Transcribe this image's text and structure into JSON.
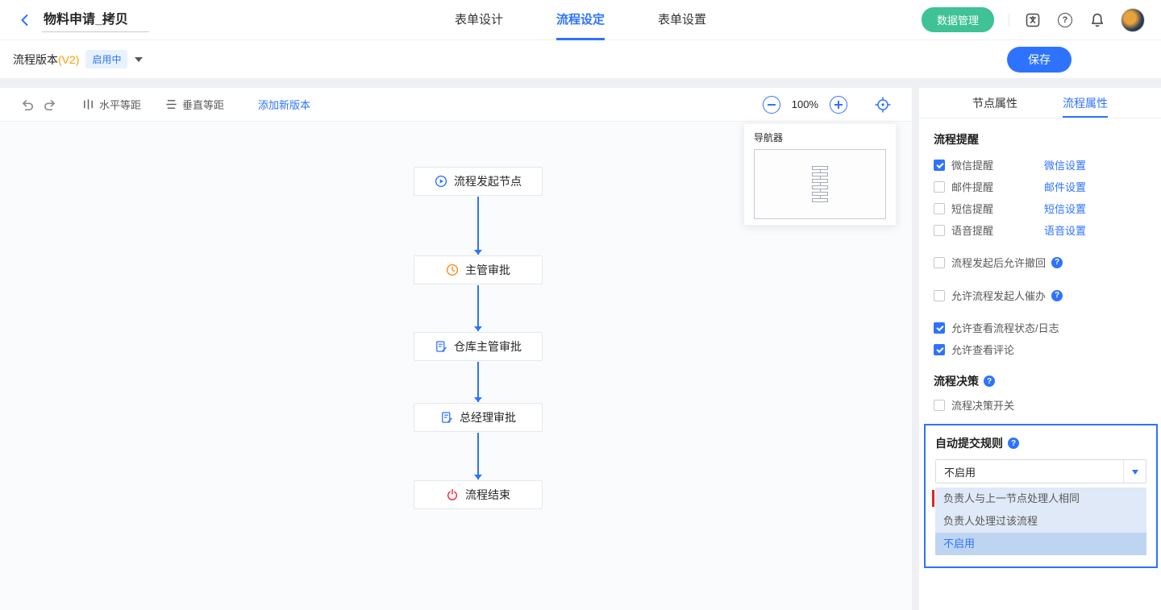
{
  "colors": {
    "accent": "#2e73ff",
    "green": "#3fc295",
    "orange": "#ff9c00",
    "warn": "#ff8c1a",
    "danger": "#f5222d"
  },
  "header": {
    "title": "物料申请_拷贝",
    "tabs": [
      {
        "label": "表单设计"
      },
      {
        "label": "流程设定"
      },
      {
        "label": "表单设置"
      }
    ],
    "active_tab": "流程设定",
    "data_manage_button": "数据管理"
  },
  "version_bar": {
    "label": "流程版本",
    "version": "(V2)",
    "status_badge": "启用中",
    "save_button": "保存"
  },
  "canvas": {
    "toolbar": {
      "horizontal_spacing": "水平等距",
      "vertical_spacing": "垂直等距",
      "add_version": "添加新版本",
      "zoom_level": "100%"
    },
    "navigator": {
      "title": "导航器"
    },
    "nodes": [
      {
        "label": "流程发起节点",
        "icon": "play-icon",
        "color": "#2e73ff"
      },
      {
        "label": "主管审批",
        "icon": "clock-icon",
        "color": "#ff8c1a"
      },
      {
        "label": "仓库主管审批",
        "icon": "doc-edit-icon",
        "color": "#2e73ff"
      },
      {
        "label": "总经理审批",
        "icon": "doc-edit-icon",
        "color": "#2e73ff"
      },
      {
        "label": "流程结束",
        "icon": "power-icon",
        "color": "#f5222d"
      }
    ]
  },
  "panel": {
    "tabs": [
      {
        "label": "节点属性"
      },
      {
        "label": "流程属性"
      }
    ],
    "active_tab": "流程属性",
    "reminders": {
      "title": "流程提醒",
      "items": [
        {
          "label": "微信提醒",
          "checked": true,
          "link": "微信设置"
        },
        {
          "label": "邮件提醒",
          "checked": false,
          "link": "邮件设置"
        },
        {
          "label": "短信提醒",
          "checked": false,
          "link": "短信设置"
        },
        {
          "label": "语音提醒",
          "checked": false,
          "link": "语音设置"
        }
      ]
    },
    "options": [
      {
        "label": "流程发起后允许撤回",
        "checked": false,
        "has_help": true
      },
      {
        "label": "允许流程发起人催办",
        "checked": false,
        "has_help": true
      },
      {
        "label": "允许查看流程状态/日志",
        "checked": true,
        "has_help": false
      },
      {
        "label": "允许查看评论",
        "checked": true,
        "has_help": false
      }
    ],
    "decision": {
      "title": "流程决策",
      "switch_label": "流程决策开关",
      "checked": false
    },
    "auto_submit": {
      "title": "自动提交规则",
      "selected": "不启用",
      "options": [
        {
          "label": "负责人与上一节点处理人相同",
          "selected": false
        },
        {
          "label": "负责人处理过该流程",
          "selected": false
        },
        {
          "label": "不启用",
          "selected": true
        }
      ]
    }
  }
}
